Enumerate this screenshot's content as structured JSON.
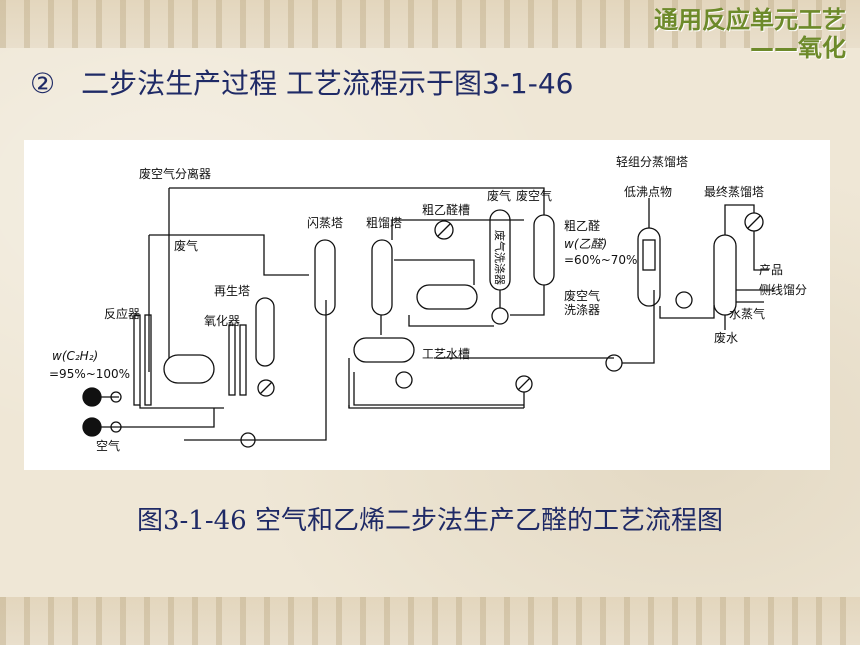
{
  "header": {
    "title_line1": "通用反应单元工艺",
    "title_line2": "——氧化"
  },
  "heading": {
    "bullet": "②",
    "text": "二步法生产过程 工艺流程示于图3-1-46"
  },
  "diagram": {
    "labels": {
      "waste_air_separator": "废空气分离器",
      "waste_gas": "废气",
      "flash_tower": "闪蒸塔",
      "crude_distill_tower": "粗馏塔",
      "crude_acetaldehyde_tank": "粗乙醛槽",
      "waste_gas2": "废气",
      "waste_air": "废空气",
      "waste_gas_scrubber": "废气洗涤器",
      "crude_acetaldehyde": "粗乙醛",
      "w_acetaldehyde": "w(乙醛)",
      "conc_acetaldehyde": "=60%~70%",
      "waste_air_scrubber1": "废空气",
      "waste_air_scrubber2": "洗涤器",
      "light_component_tower": "轻组分蒸馏塔",
      "low_boiling": "低沸点物",
      "final_distill_tower": "最终蒸馏塔",
      "product": "产品",
      "side_draw": "侧线馏分",
      "steam": "水蒸气",
      "waste_water": "废水",
      "regenerator": "再生塔",
      "reactor": "反应器",
      "oxidizer": "氧化器",
      "w_c2h2": "w(C₂H₂)",
      "conc_c2h2": "=95%~100%",
      "process_water_tank": "工艺水槽",
      "air": "空气"
    }
  },
  "caption": "图3-1-46 空气和乙烯二步法生产乙醛的工艺流程图"
}
